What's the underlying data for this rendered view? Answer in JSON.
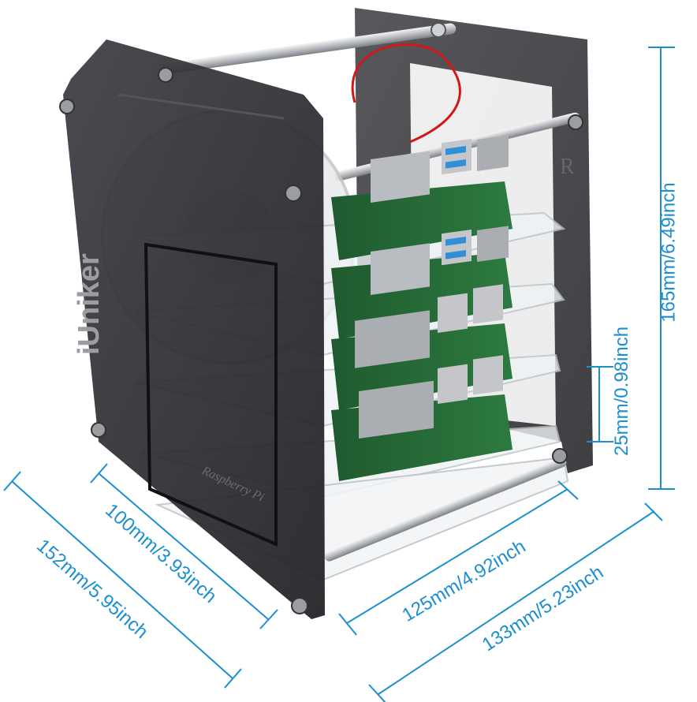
{
  "product": {
    "brand_logo": "iUniker",
    "board_print": "Raspberry Pi",
    "case_mark": "R",
    "accent_color": "#1b8fd0",
    "frame_color": "#2a2a2e"
  },
  "dimensions": {
    "height": "165mm/6.49inch",
    "layer_gap": "25mm/0.98inch",
    "width_inner": "125mm/4.92inch",
    "width_outer": "133mm/5.23inch",
    "depth_inner": "100mm/3.93inch",
    "depth_outer": "152mm/5.95inch"
  }
}
